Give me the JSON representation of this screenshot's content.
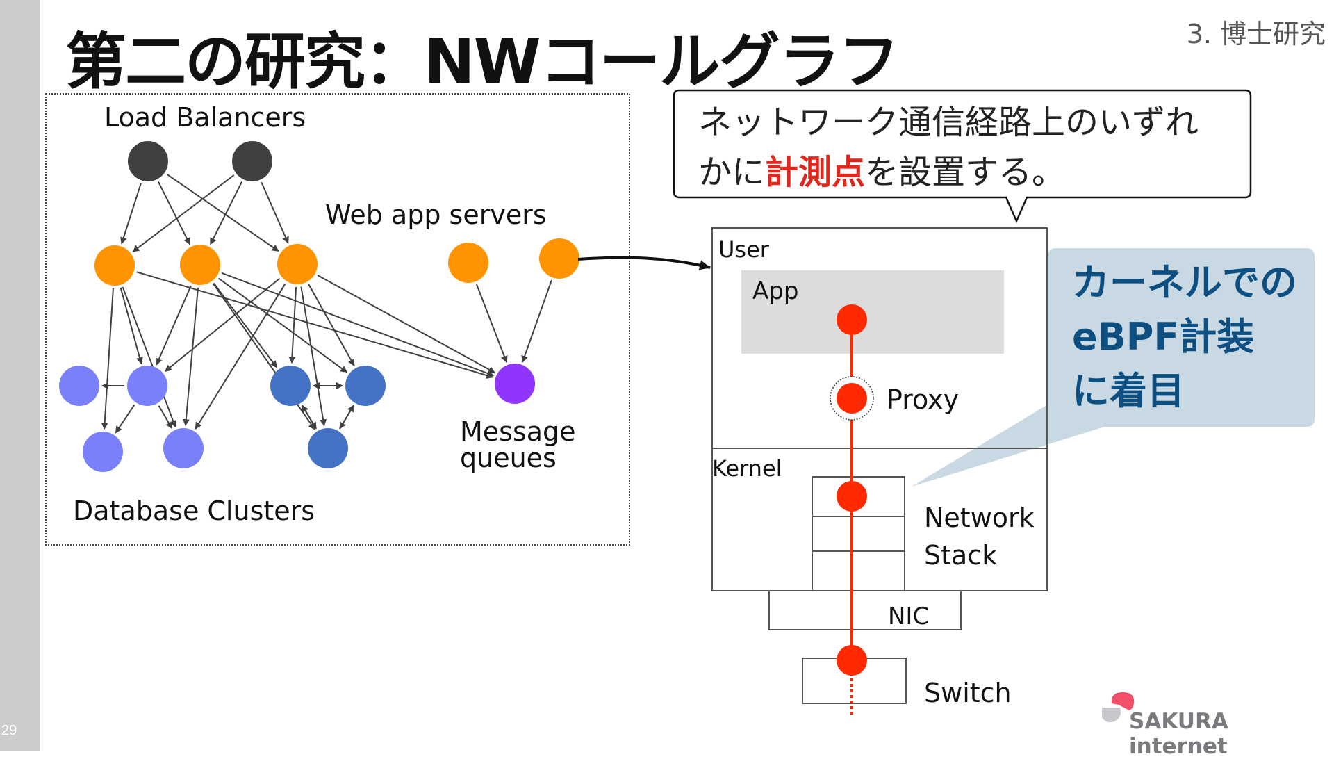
{
  "slide": {
    "page_number": "29",
    "title": "第二の研究：NWコールグラフ",
    "section": "3. 博士研究"
  },
  "graph": {
    "labels": {
      "load_balancers": "Load Balancers",
      "web_app_servers": "Web app servers",
      "database_clusters": "Database Clusters",
      "message_queues_line1": "Message",
      "message_queues_line2": "queues"
    },
    "colors": {
      "load_balancer": "#404040",
      "web_server": "#ff9400",
      "database_light": "#7a80fa",
      "database_dark": "#4472c4",
      "message_queue": "#9036fc",
      "edge": "#404040"
    }
  },
  "callout": {
    "line1": "ネットワーク通信経路上のいずれ",
    "line2_pre": "かに",
    "line2_highlight": "計測点",
    "line2_post": "を設置する。"
  },
  "stack_diagram": {
    "user_label": "User",
    "app_label": "App",
    "proxy_label": "Proxy",
    "kernel_label": "Kernel",
    "network_label": "Network",
    "stack_label": "Stack",
    "nic_label": "NIC",
    "switch_label": "Switch",
    "probe_color": "#ff2a00"
  },
  "ebpf_note": {
    "line1": "カーネルでの",
    "line2": "eBPF計装",
    "line3": "に着目"
  },
  "logo": {
    "text": "SAKURA internet"
  }
}
